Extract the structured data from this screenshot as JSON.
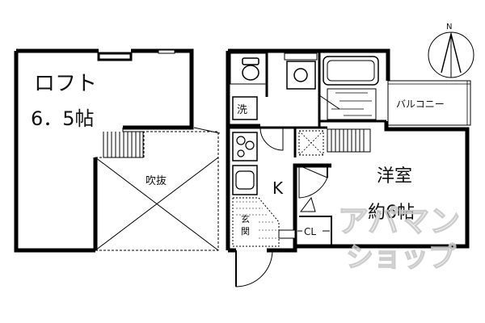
{
  "plan": {
    "loft": {
      "label": "ロフト",
      "area": "6．5帖"
    },
    "void_label": "吹抜",
    "washer_label": "洗",
    "kitchen_label": "K",
    "entrance_label": "玄関",
    "closet_label": "CL",
    "western_room": {
      "label": "洋室",
      "area": "約6帖"
    },
    "balcony_label": "バルコニー",
    "compass_letter": "N"
  },
  "watermark": {
    "line1": "アパマン",
    "line2": "ショップ"
  }
}
